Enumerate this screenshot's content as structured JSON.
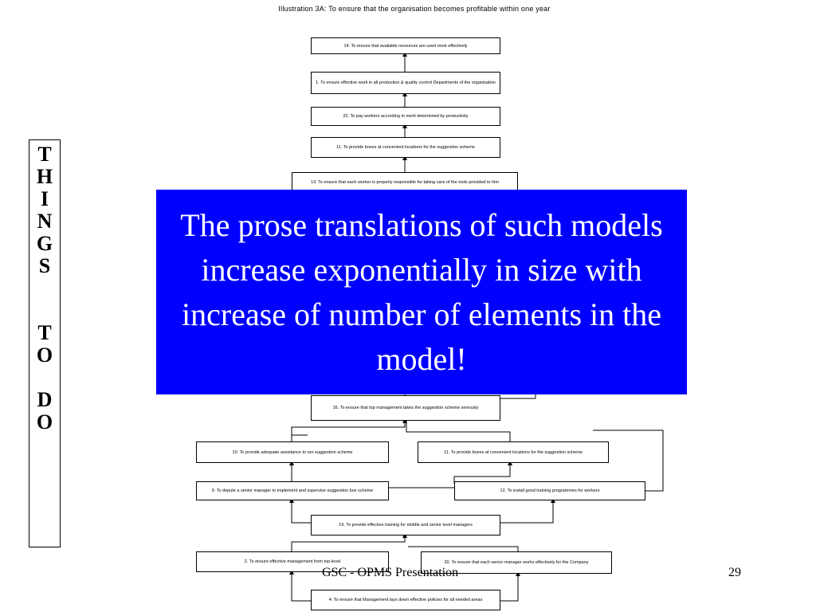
{
  "slide": {
    "vertical_label": [
      "T",
      "H",
      "I",
      "N",
      "G",
      "S",
      "",
      "T",
      "O",
      "",
      "D",
      "O"
    ],
    "callout_text": "The prose translations of such models increase exponentially in size with increase of number of elements in the model!",
    "footer_text": "GSC - OPMS Presentation",
    "page_number": "29"
  },
  "diagram": {
    "title": "Illustration 3A: To ensure that the organisation becomes profitable within one year",
    "nodes": {
      "n14": "14. To ensure that available resources are used most effectively",
      "n1": "1. To ensure effective work in all production & quality control Departments of the organisation",
      "n22": "22. To pay workers according to merit determined by productivity",
      "n11a": "11. To provide boxes at convenient locations for the suggestion scheme",
      "n13": "13. To ensure that each worker is properly responsible for taking care of the tools provided to him",
      "n16": "16. To ensure that top management takes the suggestion scheme seriously",
      "n10": "10. To provide adequate assistance to run suggestion scheme",
      "n11b": "11. To provide boxes at convenient locations for the suggestion scheme",
      "n9": "9. To depute a senior manager to implement and supervise suggestion box scheme",
      "n12": "12. To install good training programmes for workers",
      "n19": "19. To provide effective training for middle and senior level managers",
      "n2": "2. To ensure effective management from top-level",
      "n20": "20. To ensure that each senior manager works effectively for the Company",
      "n4": "4. To ensure that Management lays down effective policies for all needed areas"
    }
  },
  "colors": {
    "callout_background": "#0000ff",
    "callout_text": "#ffffff",
    "line": "#000000"
  }
}
